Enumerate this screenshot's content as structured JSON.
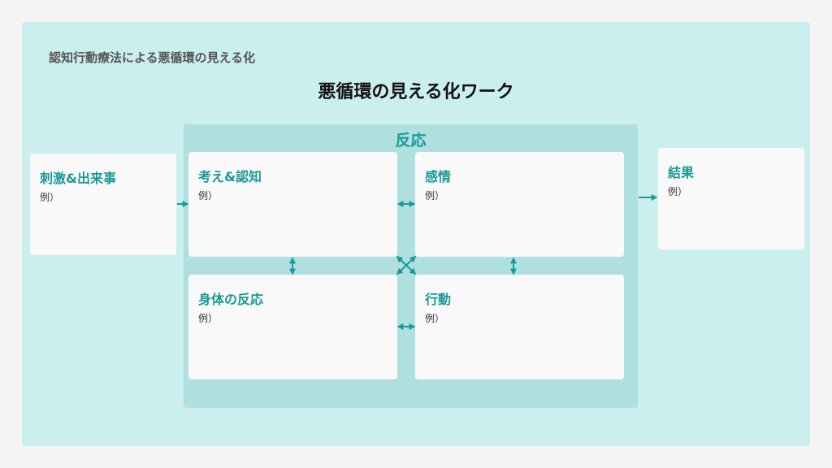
{
  "header": {
    "subtitle": "認知行動療法による悪循環の見える化",
    "title": "悪循環の見える化ワーク"
  },
  "reaction": {
    "label": "反応"
  },
  "cards": {
    "stimulus": {
      "title": "刺激&出来事",
      "example": "例）"
    },
    "cognition": {
      "title": "考え&認知",
      "example": "例）"
    },
    "emotion": {
      "title": "感情",
      "example": "例）"
    },
    "body": {
      "title": "身体の反応",
      "example": "例）"
    },
    "behavior": {
      "title": "行動",
      "example": "例）"
    },
    "result": {
      "title": "結果",
      "example": "例）"
    }
  },
  "colors": {
    "background": "#cbeeee",
    "panel": "#afdfdf",
    "card": "#f9f9f9",
    "accent": "#1a9a96"
  }
}
